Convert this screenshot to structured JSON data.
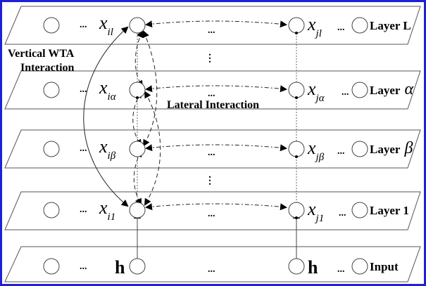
{
  "layers": [
    {
      "id": "L",
      "label_text": "Layer L",
      "label_symbol": "",
      "xi_sub": "il",
      "xj_sub": "jl"
    },
    {
      "id": "alpha",
      "label_text": "Layer",
      "label_symbol": "α",
      "xi_sub": "iα",
      "xj_sub": "jα"
    },
    {
      "id": "beta",
      "label_text": "Layer",
      "label_symbol": "β",
      "xi_sub": "iβ",
      "xj_sub": "jβ"
    },
    {
      "id": "1",
      "label_text": "Layer 1",
      "label_symbol": "",
      "xi_sub": "i1",
      "xj_sub": "j1"
    }
  ],
  "input": {
    "label": "Input",
    "h_left": "h",
    "h_right": "h"
  },
  "var_symbol": "x",
  "ellipsis": "...",
  "vertical_ellipsis": "⋮",
  "annotations": {
    "vertical_line1": "Vertical WTA",
    "vertical_line2": "Interaction",
    "lateral": "Lateral Interaction"
  },
  "colors": {
    "border": "#1f1fd6"
  }
}
